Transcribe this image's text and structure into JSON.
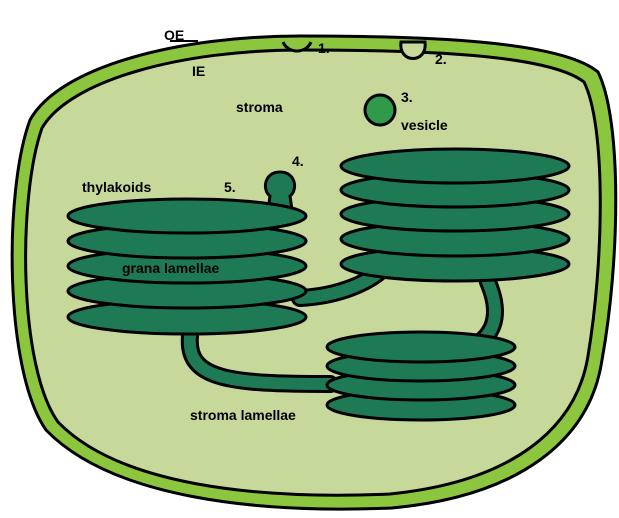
{
  "labels": {
    "oe": "OE",
    "ie": "IE",
    "stroma": "stroma",
    "n1": "1.",
    "n2": "2.",
    "n3": "3.",
    "vesicle": "vesicle",
    "n4": "4.",
    "n5": "5.",
    "thylakoids": "thylakoids",
    "grana_lamellae": "grana lamellae",
    "stroma_lamellae": "stroma lamellae"
  },
  "colors": {
    "outer_envelope": "#8cc63f",
    "stroma": "#c6d89a",
    "thylakoid": "#1e7a55",
    "vesicle": "#2e9a4a",
    "outline": "#000000"
  }
}
